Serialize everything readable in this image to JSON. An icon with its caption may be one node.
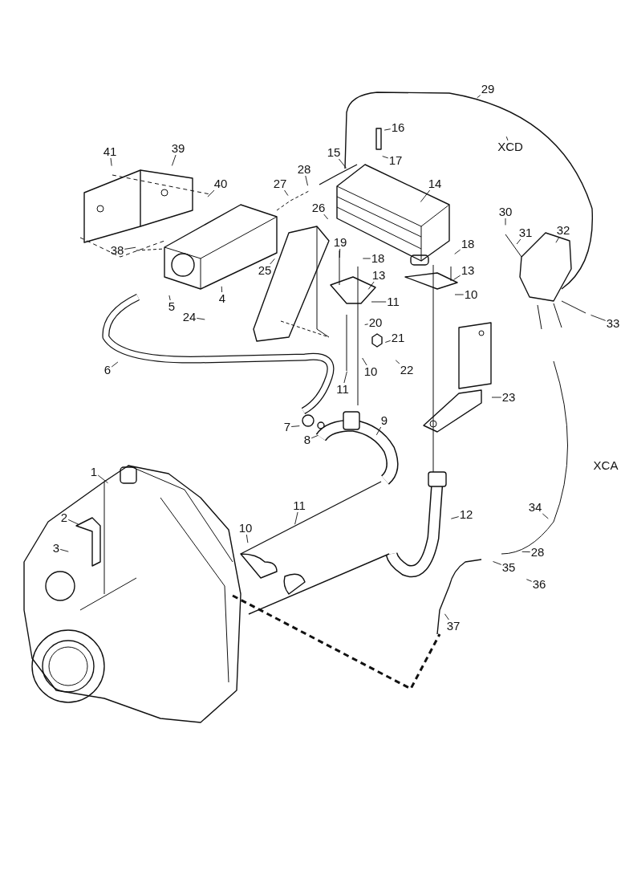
{
  "diagram": {
    "nodes": [
      {
        "text": [
          "41"
        ]
      },
      {
        "text": [
          "39"
        ]
      },
      {
        "text": [
          "40"
        ]
      },
      {
        "text": [
          "27"
        ]
      },
      {
        "text": [
          "28"
        ]
      },
      {
        "text": [
          "15"
        ]
      },
      {
        "text": [
          "16"
        ]
      },
      {
        "text": [
          "17"
        ]
      },
      {
        "text": [
          "14"
        ]
      },
      {
        "text": [
          "29"
        ]
      },
      {
        "text": [
          "XCD"
        ]
      },
      {
        "text": [
          "26"
        ]
      },
      {
        "text": [
          "38"
        ]
      },
      {
        "text": [
          "25"
        ]
      },
      {
        "text": [
          "19"
        ]
      },
      {
        "text": [
          "18"
        ]
      },
      {
        "text": [
          "13"
        ]
      },
      {
        "text": [
          "18"
        ]
      },
      {
        "text": [
          "13"
        ]
      },
      {
        "text": [
          "11"
        ]
      },
      {
        "text": [
          "10"
        ]
      },
      {
        "text": [
          "30"
        ]
      },
      {
        "text": [
          "31"
        ]
      },
      {
        "text": [
          "32"
        ]
      },
      {
        "text": [
          "33"
        ]
      },
      {
        "text": [
          "5"
        ]
      },
      {
        "text": [
          "4"
        ]
      },
      {
        "text": [
          "24"
        ]
      },
      {
        "text": [
          "20"
        ]
      },
      {
        "text": [
          "21"
        ]
      },
      {
        "text": [
          "22"
        ]
      },
      {
        "text": [
          "10"
        ]
      },
      {
        "text": [
          "6"
        ]
      },
      {
        "text": [
          "11"
        ]
      },
      {
        "text": [
          "23"
        ]
      },
      {
        "text": [
          "7"
        ]
      },
      {
        "text": [
          "8"
        ]
      },
      {
        "text": [
          "9"
        ]
      },
      {
        "text": [
          "1"
        ]
      },
      {
        "text": [
          "2"
        ]
      },
      {
        "text": [
          "3"
        ]
      },
      {
        "text": [
          "11"
        ]
      },
      {
        "text": [
          "10"
        ]
      },
      {
        "text": [
          "12"
        ]
      },
      {
        "text": [
          "34"
        ]
      },
      {
        "text": [
          "28"
        ]
      },
      {
        "text": [
          "35"
        ]
      },
      {
        "text": [
          "36"
        ]
      },
      {
        "text": [
          "37"
        ]
      }
    ],
    "edges": [
      {
        "from": 0,
        "to": null,
        "arrow": "none"
      },
      {
        "from": 1,
        "to": null,
        "arrow": "none"
      },
      {
        "from": 2,
        "to": null,
        "arrow": "none"
      },
      {
        "from": 3,
        "to": null,
        "arrow": "none"
      },
      {
        "from": 4,
        "to": null,
        "arrow": "none"
      },
      {
        "from": 5,
        "to": null,
        "arrow": "none"
      },
      {
        "from": 6,
        "to": null,
        "arrow": "none"
      },
      {
        "from": 7,
        "to": null,
        "arrow": "none"
      },
      {
        "from": 8,
        "to": null,
        "arrow": "none"
      },
      {
        "from": 9,
        "to": null,
        "arrow": "none"
      },
      {
        "from": 10,
        "to": null,
        "arrow": "none"
      },
      {
        "from": 11,
        "to": null,
        "arrow": "none"
      },
      {
        "from": 12,
        "to": null,
        "arrow": "none"
      },
      {
        "from": 13,
        "to": null,
        "arrow": "none"
      },
      {
        "from": 14,
        "to": null,
        "arrow": "none"
      },
      {
        "from": 15,
        "to": null,
        "arrow": "none"
      },
      {
        "from": 16,
        "to": null,
        "arrow": "none"
      },
      {
        "from": 17,
        "to": null,
        "arrow": "none"
      },
      {
        "from": 18,
        "to": null,
        "arrow": "none"
      },
      {
        "from": 19,
        "to": null,
        "arrow": "none"
      },
      {
        "from": 20,
        "to": null,
        "arrow": "none"
      },
      {
        "from": 21,
        "to": null,
        "arrow": "none"
      },
      {
        "from": 22,
        "to": null,
        "arrow": "none"
      },
      {
        "from": 23,
        "to": null,
        "arrow": "none"
      },
      {
        "from": 24,
        "to": null,
        "arrow": "none"
      },
      {
        "from": 25,
        "to": null,
        "arrow": "none"
      },
      {
        "from": 26,
        "to": null,
        "arrow": "none"
      },
      {
        "from": 27,
        "to": null,
        "arrow": "none"
      },
      {
        "from": 28,
        "to": null,
        "arrow": "none"
      },
      {
        "from": 29,
        "to": null,
        "arrow": "none"
      },
      {
        "from": 30,
        "to": null,
        "arrow": "none"
      },
      {
        "from": 31,
        "to": null,
        "arrow": "none"
      },
      {
        "from": 32,
        "to": null,
        "arrow": "none"
      },
      {
        "from": 33,
        "to": null,
        "arrow": "none"
      },
      {
        "from": 34,
        "to": null,
        "arrow": "none"
      },
      {
        "from": 35,
        "to": null,
        "arrow": "none"
      },
      {
        "from": 36,
        "to": null,
        "arrow": "none"
      },
      {
        "from": 37,
        "to": null,
        "arrow": "none"
      },
      {
        "from": 38,
        "to": null,
        "arrow": "none"
      },
      {
        "from": 39,
        "to": null,
        "arrow": "none"
      },
      {
        "from": 40,
        "to": null,
        "arrow": "none"
      },
      {
        "from": 41,
        "to": null,
        "arrow": "none"
      },
      {
        "from": 42,
        "to": null,
        "arrow": "none"
      },
      {
        "from": 43,
        "to": null,
        "arrow": "none"
      },
      {
        "from": 44,
        "to": null,
        "arrow": "none"
      },
      {
        "from": 45,
        "to": null,
        "arrow": "none"
      },
      {
        "from": 46,
        "to": null,
        "arrow": "none"
      },
      {
        "from": 47,
        "to": null,
        "arrow": "none"
      },
      {
        "from": 48,
        "to": null,
        "arrow": "none"
      }
    ],
    "labels": [
      "XCA"
    ]
  }
}
